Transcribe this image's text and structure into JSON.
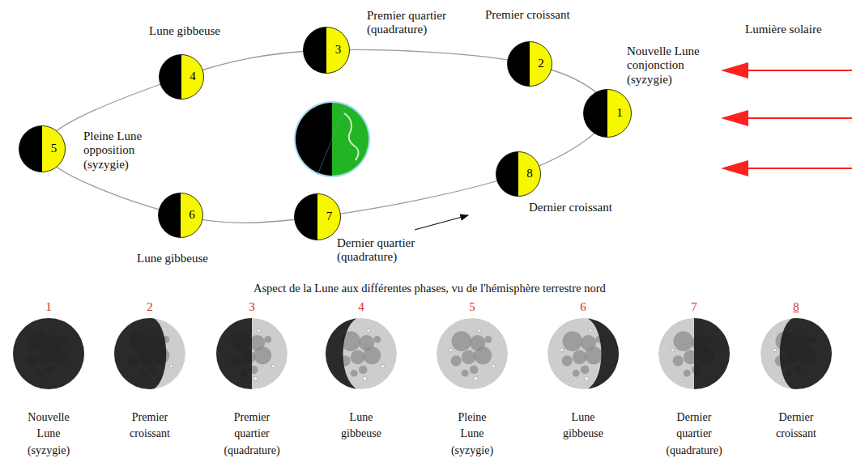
{
  "diagram": {
    "nodes": [
      {
        "text": [
          "1",
          "Nouvelle Lune conjonction (syzygie)"
        ]
      },
      {
        "text": [
          "2",
          "Premier croissant"
        ]
      },
      {
        "text": [
          "3",
          "Premier quartier (quadrature)"
        ]
      },
      {
        "text": [
          "4",
          "Lune gibbeuse"
        ]
      },
      {
        "text": [
          "5",
          "Pleine Lune opposition (syzygie)"
        ]
      },
      {
        "text": [
          "6",
          "Lune gibbeuse"
        ]
      },
      {
        "text": [
          "7",
          "Dernier quartier (quadrature)"
        ]
      },
      {
        "text": [
          "8",
          "Dernier croissant"
        ]
      },
      {
        "text": [
          "1",
          "Nouvelle Lune (syzygie)"
        ]
      },
      {
        "text": [
          "2",
          "Premier croissant"
        ]
      },
      {
        "text": [
          "3",
          "Premier quartier (quadrature)"
        ]
      },
      {
        "text": [
          "4",
          "Lune gibbeuse"
        ]
      },
      {
        "text": [
          "5",
          "Pleine Lune (syzygie)"
        ]
      },
      {
        "text": [
          "6",
          "Lune gibbeuse"
        ]
      },
      {
        "text": [
          "7",
          "Dernier quartier (quadrature)"
        ]
      },
      {
        "text": [
          "8",
          "Dernier croissant"
        ]
      }
    ],
    "labels": [
      "Lumière solaire",
      "Aspect de la Lune aux différentes phases, vu de l'hémisphère terrestre nord"
    ]
  }
}
